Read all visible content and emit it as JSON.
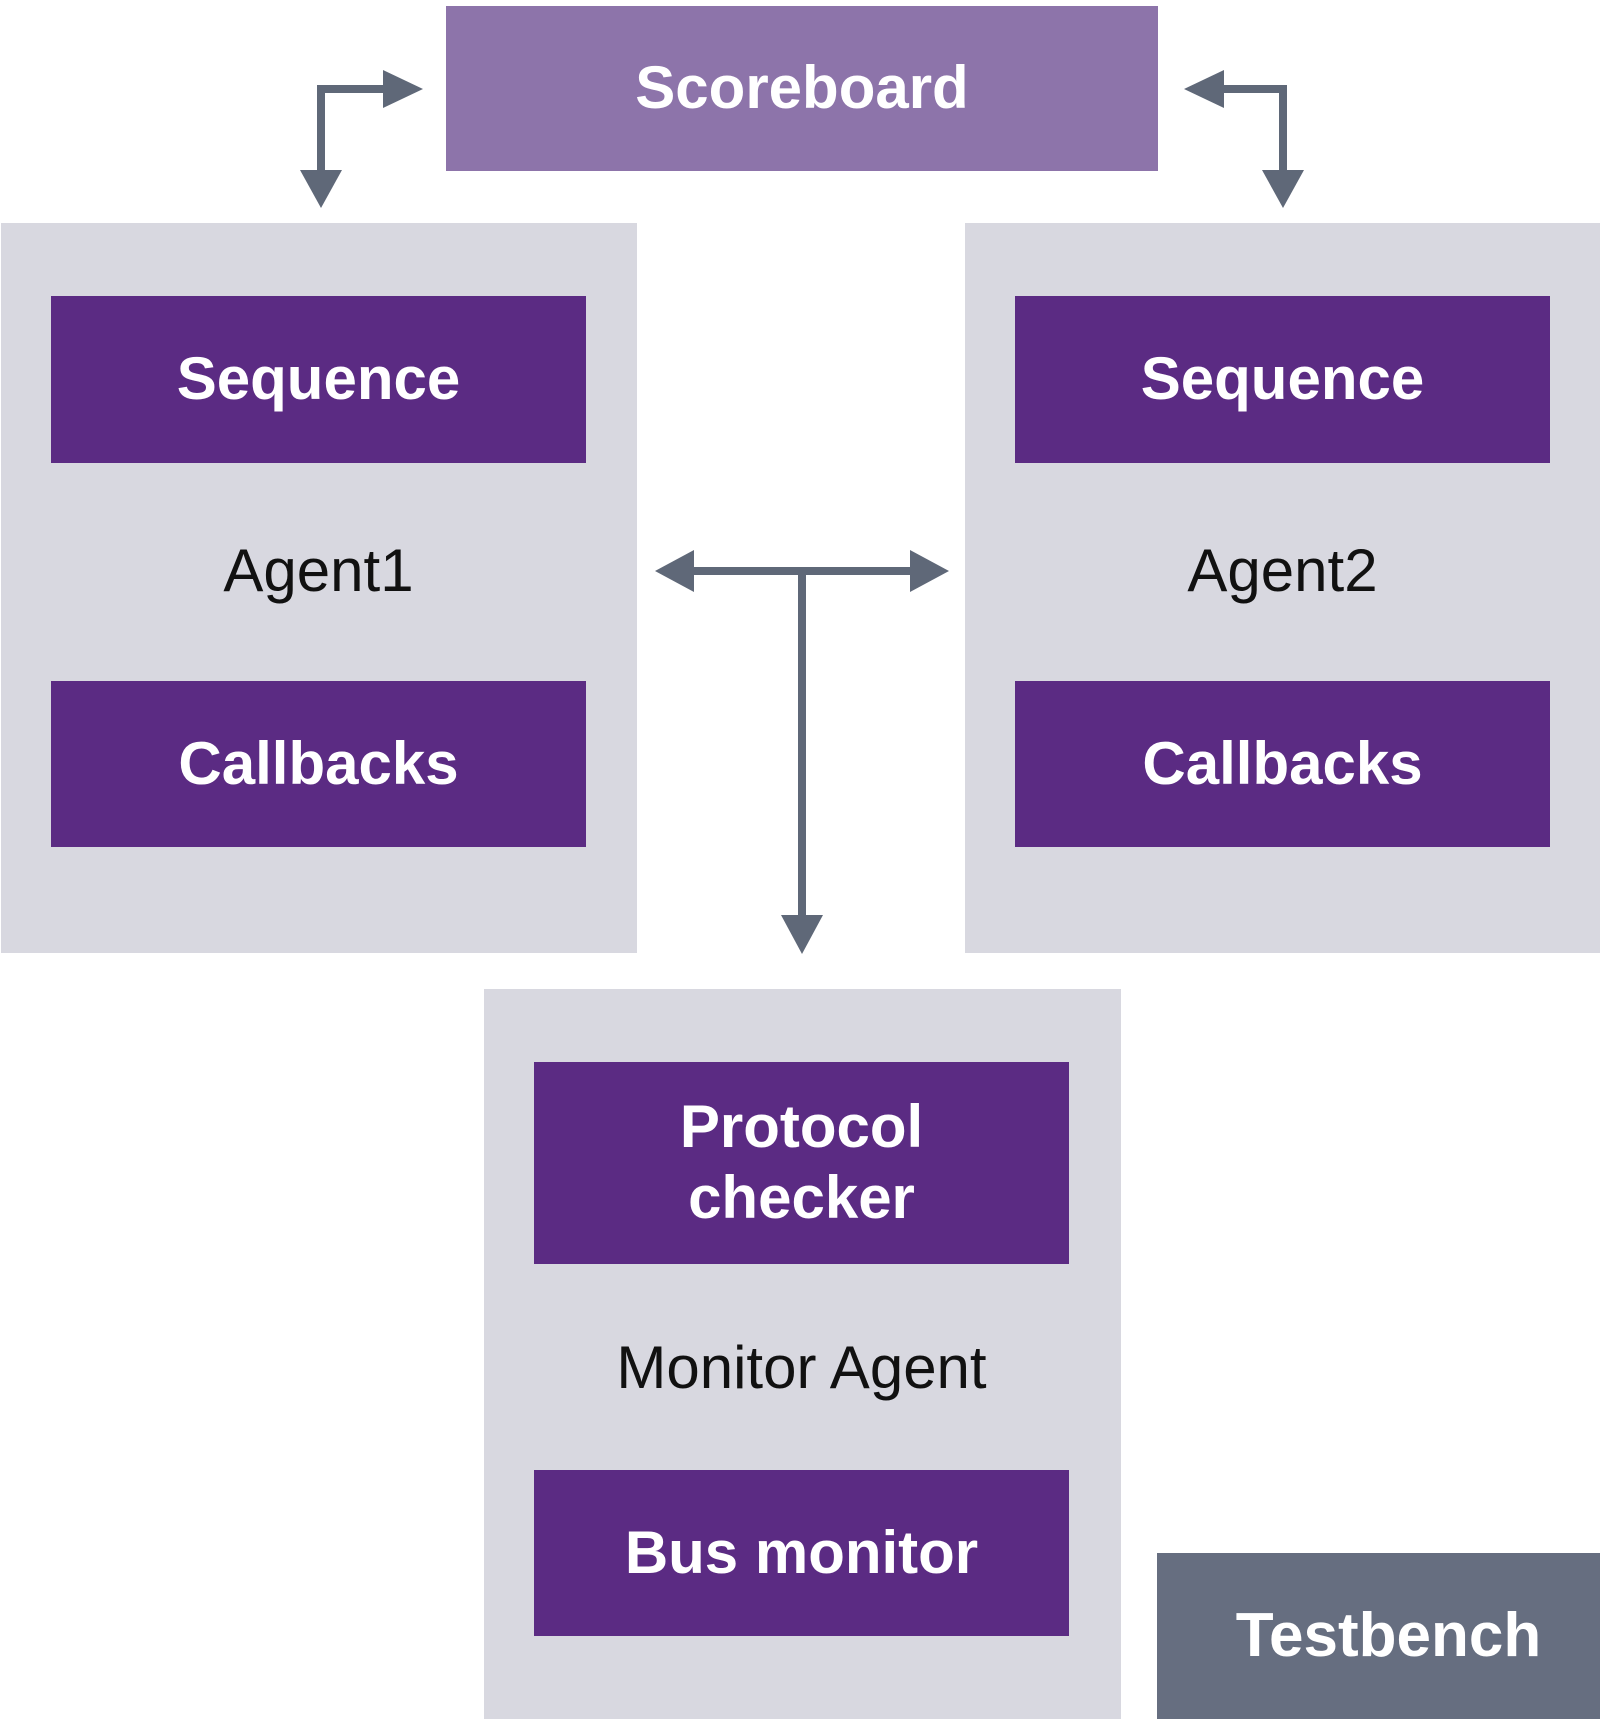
{
  "colors": {
    "block_fill": "#5b2b83",
    "scoreboard_fill": "#8d74aa",
    "container_fill": "#d8d8e0",
    "testbench_fill": "#666e80",
    "arrow_color": "#5f6878",
    "block_text": "#ffffff",
    "label_text": "#111111"
  },
  "scoreboard": {
    "label": "Scoreboard"
  },
  "agent1": {
    "label": "Agent1",
    "sequence": "Sequence",
    "callbacks": "Callbacks"
  },
  "agent2": {
    "label": "Agent2",
    "sequence": "Sequence",
    "callbacks": "Callbacks"
  },
  "monitor_agent": {
    "label": "Monitor Agent",
    "protocol_checker": [
      "Protocol",
      "checker"
    ],
    "bus_monitor": "Bus monitor"
  },
  "testbench": {
    "label": "Testbench"
  }
}
